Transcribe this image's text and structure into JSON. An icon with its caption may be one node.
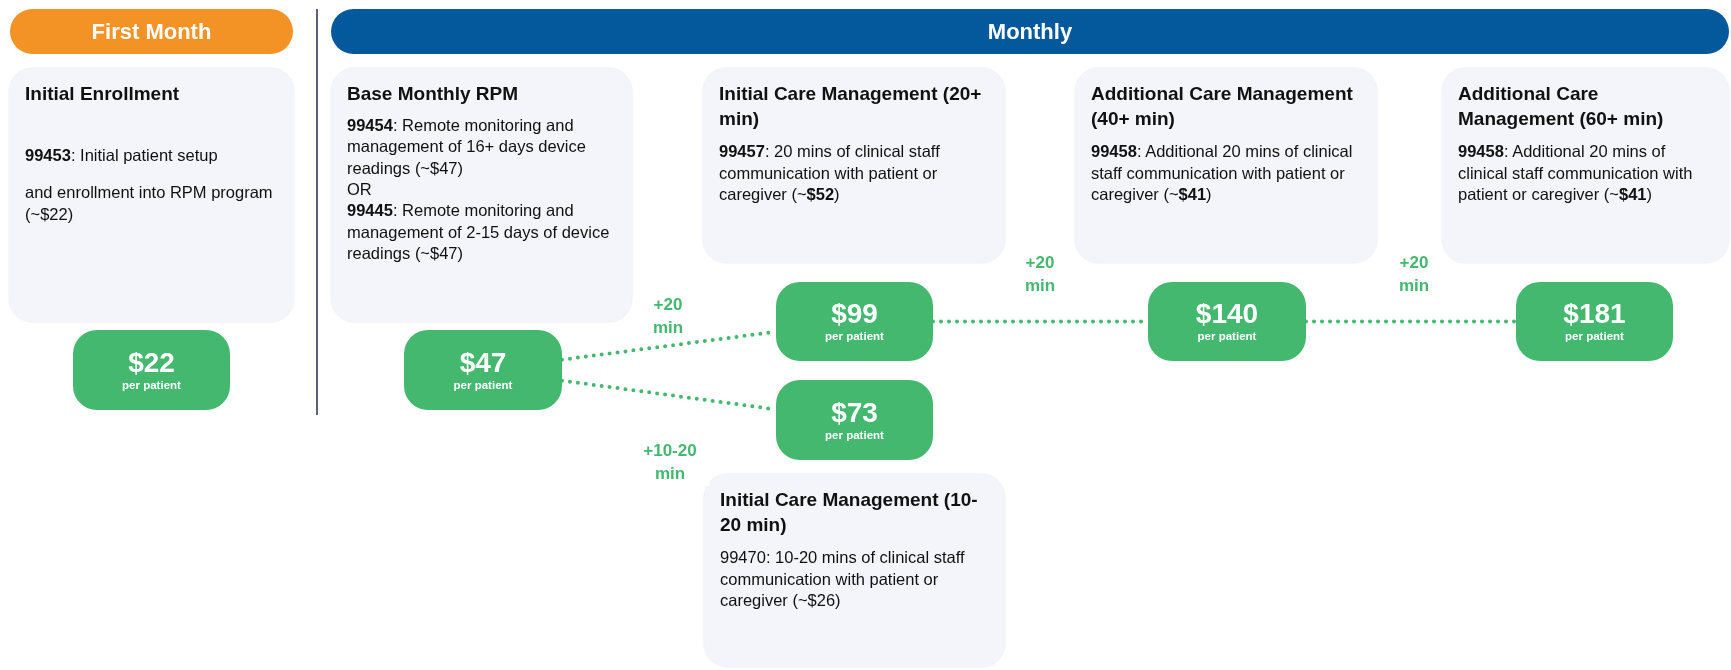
{
  "diagram": {
    "nodes": [
      {
        "text": [
          "First Month"
        ]
      },
      {
        "text": [
          "Monthly"
        ]
      },
      {
        "text": [
          "Initial Enrollment",
          "**99453**: Initial patient setup",
          "and enrollment into RPM program (~$22)"
        ]
      },
      {
        "text": [
          "$22",
          "per patient"
        ]
      },
      {
        "text": [
          "Base Monthly RPM",
          "**99454**: Remote monitoring and management of 16+ days device readings (~$47)",
          "OR",
          "**99445**: Remote monitoring and management of 2-15 days of device readings (~$47)"
        ]
      },
      {
        "text": [
          "$47",
          "per patient"
        ]
      },
      {
        "text": [
          "Initial Care Management (20+ min)",
          "**99457**: 20 mins of clinical staff communication with patient or caregiver (~**$52**)"
        ]
      },
      {
        "text": [
          "$99",
          "per patient"
        ]
      },
      {
        "text": [
          "Additional Care Management (40+ min)",
          "**99458**: Additional 20 mins of clinical staff communication with patient or caregiver (~**$41**)"
        ]
      },
      {
        "text": [
          "$140",
          "per patient"
        ]
      },
      {
        "text": [
          "Additional Care Management (60+ min)",
          "**99458**: Additional 20 mins of clinical staff communication with patient or caregiver (~**$41**)"
        ]
      },
      {
        "text": [
          "$181",
          "per patient"
        ]
      },
      {
        "text": [
          "$73",
          "per patient"
        ]
      },
      {
        "text": [
          "Initial Care Management (10-20 min)",
          "99470: 10-20 mins of clinical staff communication with patient or caregiver (~$26)"
        ]
      }
    ],
    "edges": [
      {
        "from": 5,
        "to": 7,
        "arrow": "none",
        "label": "+20 min",
        "style": "dashed"
      },
      {
        "from": 5,
        "to": 12,
        "arrow": "none",
        "label": "+10-20 min",
        "style": "dashed"
      },
      {
        "from": 7,
        "to": 9,
        "arrow": "none",
        "label": "+20 min",
        "style": "dashed"
      },
      {
        "from": 9,
        "to": 11,
        "arrow": "none",
        "label": "+20 min",
        "style": "dashed"
      }
    ]
  }
}
